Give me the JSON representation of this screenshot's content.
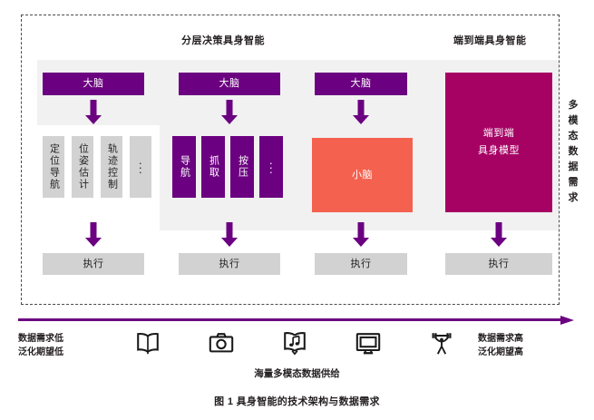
{
  "figure": {
    "caption": "图 1  具身智能的技术架构与数据需求"
  },
  "sections": {
    "hierarchical_label": "分层决策具身智能",
    "end_to_end_label": "端到端具身智能",
    "vertical_right_label": "多模态数据需求"
  },
  "columns": [
    {
      "id": "col-1",
      "top_box": {
        "label": "大脑",
        "color": "#6b0080"
      },
      "middle": {
        "kind": "gray-skills",
        "items": [
          {
            "label": "定位导航"
          },
          {
            "label": "位姿估计"
          },
          {
            "label": "轨迹控制"
          },
          {
            "label": "⋮",
            "is_ellipsis": true
          }
        ]
      },
      "bottom_box": {
        "label": "执行",
        "color": "#d2d2d2"
      }
    },
    {
      "id": "col-2",
      "top_box": {
        "label": "大脑",
        "color": "#6b0080"
      },
      "middle": {
        "kind": "purple-skills",
        "items": [
          {
            "label": "导航"
          },
          {
            "label": "抓取"
          },
          {
            "label": "按压"
          },
          {
            "label": "⋮",
            "is_ellipsis": true
          }
        ]
      },
      "bottom_box": {
        "label": "执行",
        "color": "#d2d2d2"
      }
    },
    {
      "id": "col-3",
      "top_box": {
        "label": "大脑",
        "color": "#6b0080"
      },
      "middle": {
        "kind": "cerebellum",
        "label": "小脑",
        "color": "#f4624f"
      },
      "bottom_box": {
        "label": "执行",
        "color": "#d2d2d2"
      }
    },
    {
      "id": "col-4",
      "top_box": null,
      "middle": {
        "kind": "end-to-end-model",
        "line1": "端到端",
        "line2": "具身模型",
        "color": "#a60264"
      },
      "bottom_box": {
        "label": "执行",
        "color": "#d2d2d2"
      }
    }
  ],
  "spectrum": {
    "left_label_line1": "数据需求低",
    "left_label_line2": "泛化期望低",
    "right_label_line1": "数据需求高",
    "right_label_line2": "泛化期望高",
    "supply_label": "海量多模态数据供给",
    "arrow_color": "#6b0080",
    "icons": [
      {
        "name": "book-icon"
      },
      {
        "name": "camera-icon"
      },
      {
        "name": "music-book-icon"
      },
      {
        "name": "monitor-icon"
      },
      {
        "name": "weightlifter-icon"
      }
    ]
  },
  "palette": {
    "purple": "#6b0080",
    "magenta": "#a60264",
    "coral": "#f4624f",
    "gray_box": "#d2d2d2",
    "gray_band": "#f1f1f1",
    "text": "#231f20"
  }
}
